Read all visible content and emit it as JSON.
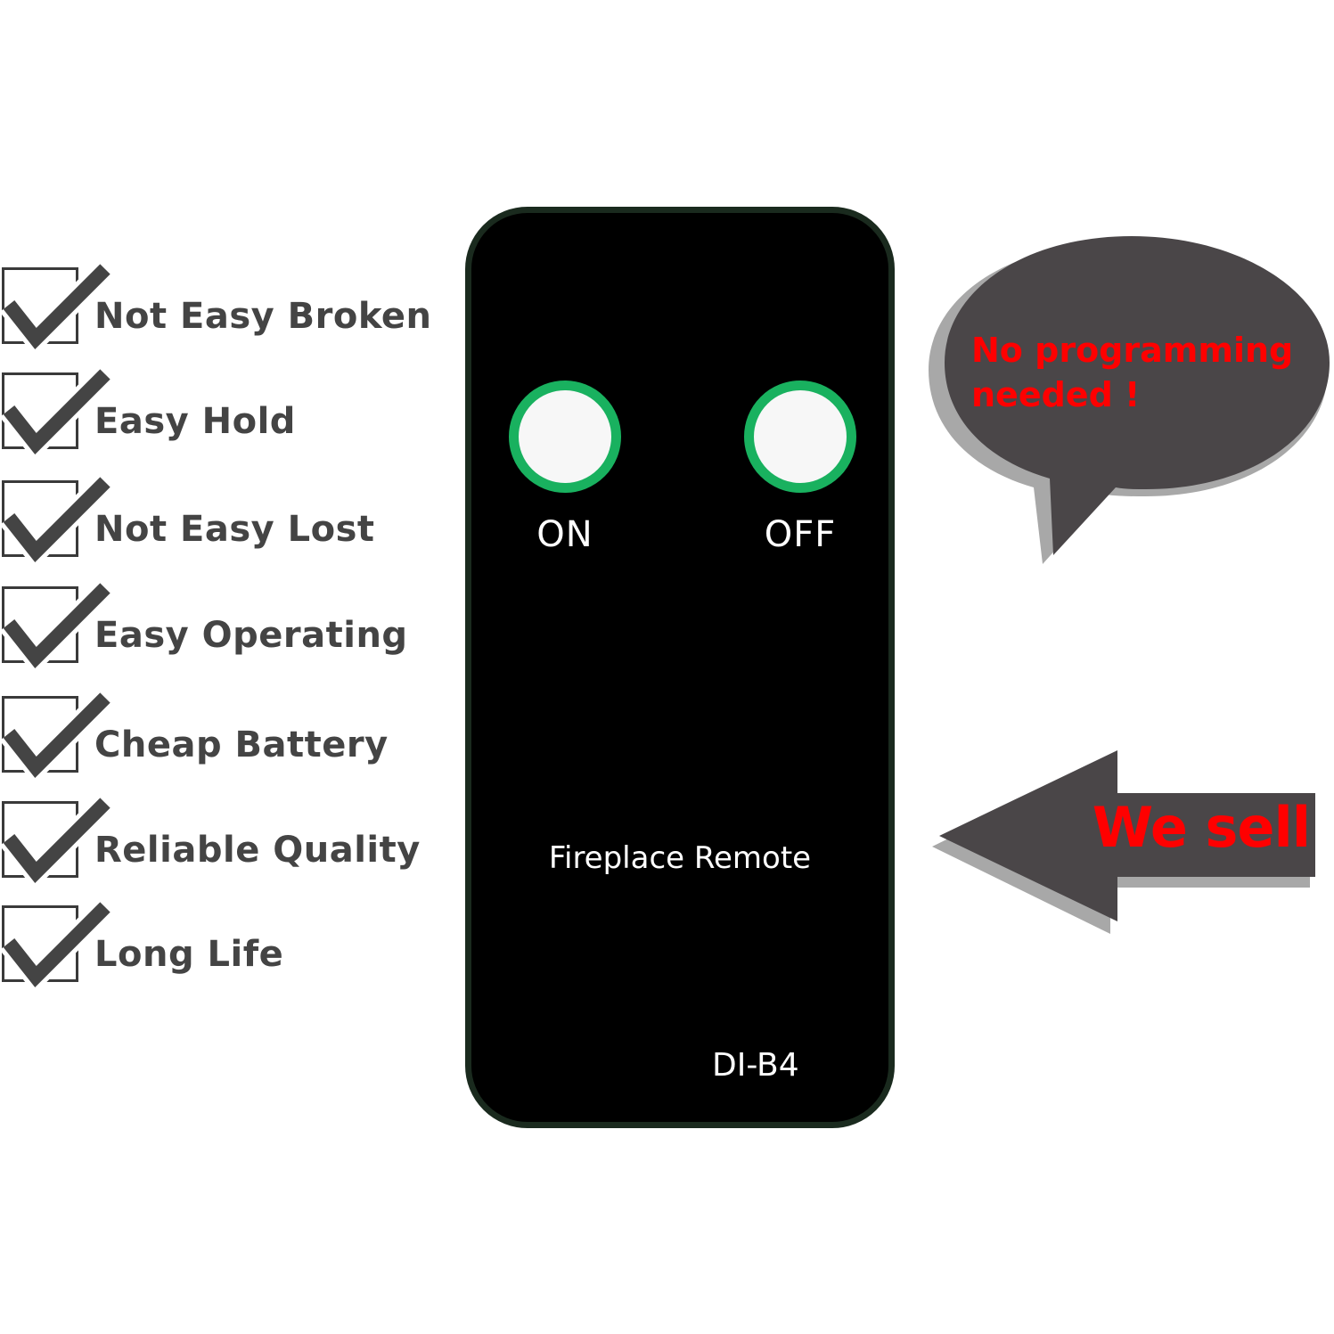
{
  "features": [
    {
      "label": "Not Easy Broken"
    },
    {
      "label": "Easy Hold"
    },
    {
      "label": "Not Easy Lost"
    },
    {
      "label": "Easy Operating"
    },
    {
      "label": "Cheap Battery"
    },
    {
      "label": "Reliable Quality"
    },
    {
      "label": "Long Life"
    }
  ],
  "remote": {
    "on_label": "ON",
    "off_label": "OFF",
    "name": "Fireplace Remote",
    "model": "DI-B4"
  },
  "callout": {
    "line1": "No programming",
    "line2": "needed !"
  },
  "arrow": {
    "text": "We sell"
  },
  "colors": {
    "check_gray": "#444444",
    "button_green": "#19b15f",
    "accent_red": "#ff0000",
    "bubble_gray": "#4a4648",
    "shadow_gray": "#a8a8a8"
  },
  "icons": [
    "checkbox-icon",
    "check-mark-icon",
    "speech-bubble-icon",
    "left-arrow-icon"
  ]
}
